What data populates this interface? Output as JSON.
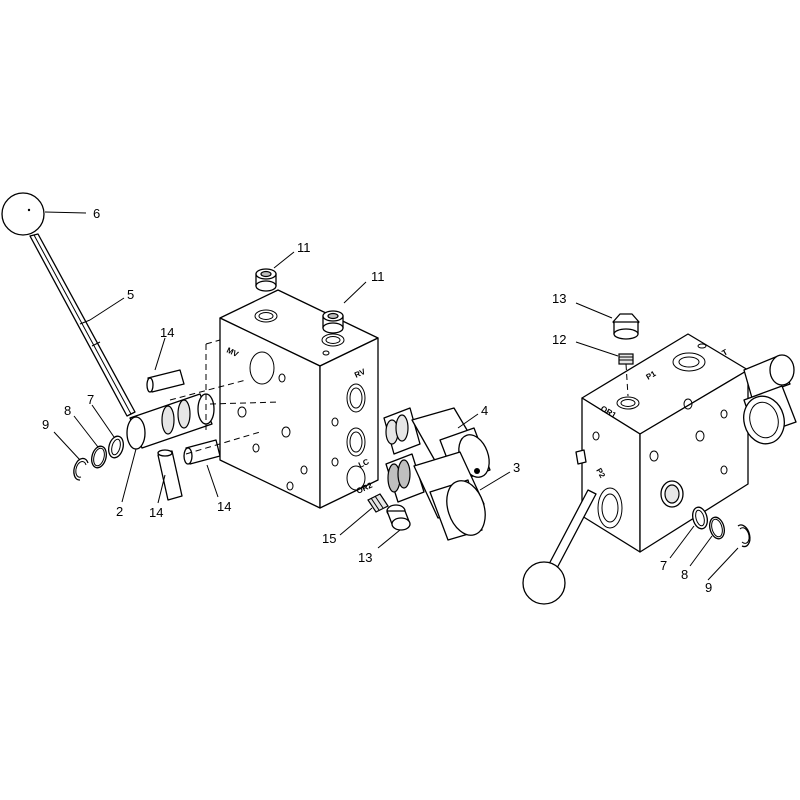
{
  "callouts": {
    "c6": "6",
    "c5": "5",
    "c14a": "14",
    "c7a": "7",
    "c8a": "8",
    "c9a": "9",
    "c2": "2",
    "c14b": "14",
    "c14c": "14",
    "c11a": "11",
    "c11b": "11",
    "c4": "4",
    "c3": "3",
    "c15": "15",
    "c13a": "13",
    "c13b": "13",
    "c12": "12",
    "c7b": "7",
    "c8b": "8",
    "c9b": "9"
  },
  "port_stamps": {
    "left_mv": "MV",
    "left_rv": "RV",
    "left_lc": "LC",
    "left_or2": "OR2",
    "right_p1": "P1",
    "right_t": "T",
    "right_or1": "OR1",
    "right_p2": "P2"
  }
}
